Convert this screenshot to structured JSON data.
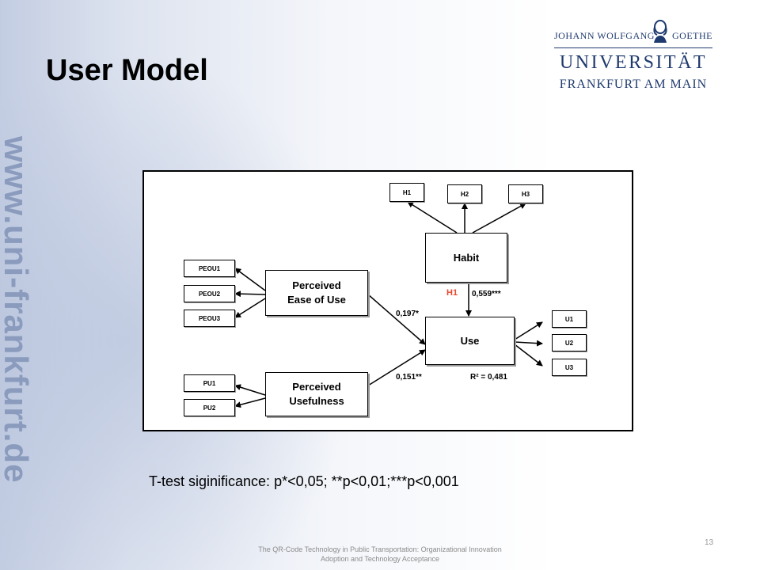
{
  "slide": {
    "title": "User Model",
    "watermark": "www.uni-frankfurt.de",
    "significance_note": "T-test siginificance: p*<0,05; **p<0,01;***p<0,001",
    "page_number": "13",
    "footer_line1": "The QR-Code Technology in Public Transportation: Organizational Innovation",
    "footer_line2": "Adoption and Technology Acceptance"
  },
  "logo": {
    "name_left": "JOHANN WOLFGANG",
    "name_right": "GOETHE",
    "university": "UNIVERSITÄT",
    "city": "FRANKFURT AM MAIN",
    "color": "#1f3a6e"
  },
  "diagram": {
    "constructs": {
      "habit": "Habit",
      "use": "Use",
      "peou_line1": "Perceived",
      "peou_line2": "Ease of Use",
      "pu_line1": "Perceived",
      "pu_line2": "Usefulness"
    },
    "indicators": {
      "h1": "H1",
      "h2": "H2",
      "h3": "H3",
      "peou1": "PEOU1",
      "peou2": "PEOU2",
      "peou3": "PEOU3",
      "pu1": "PU1",
      "pu2": "PU2",
      "u1": "U1",
      "u2": "U2",
      "u3": "U3"
    },
    "paths": {
      "habit_use_hypothesis": "H1",
      "habit_use": "0,559***",
      "peou_use": "0,197*",
      "pu_use": "0,151**",
      "r_squared": "R² = 0,481"
    },
    "hypothesis_color": "#e8452c"
  }
}
